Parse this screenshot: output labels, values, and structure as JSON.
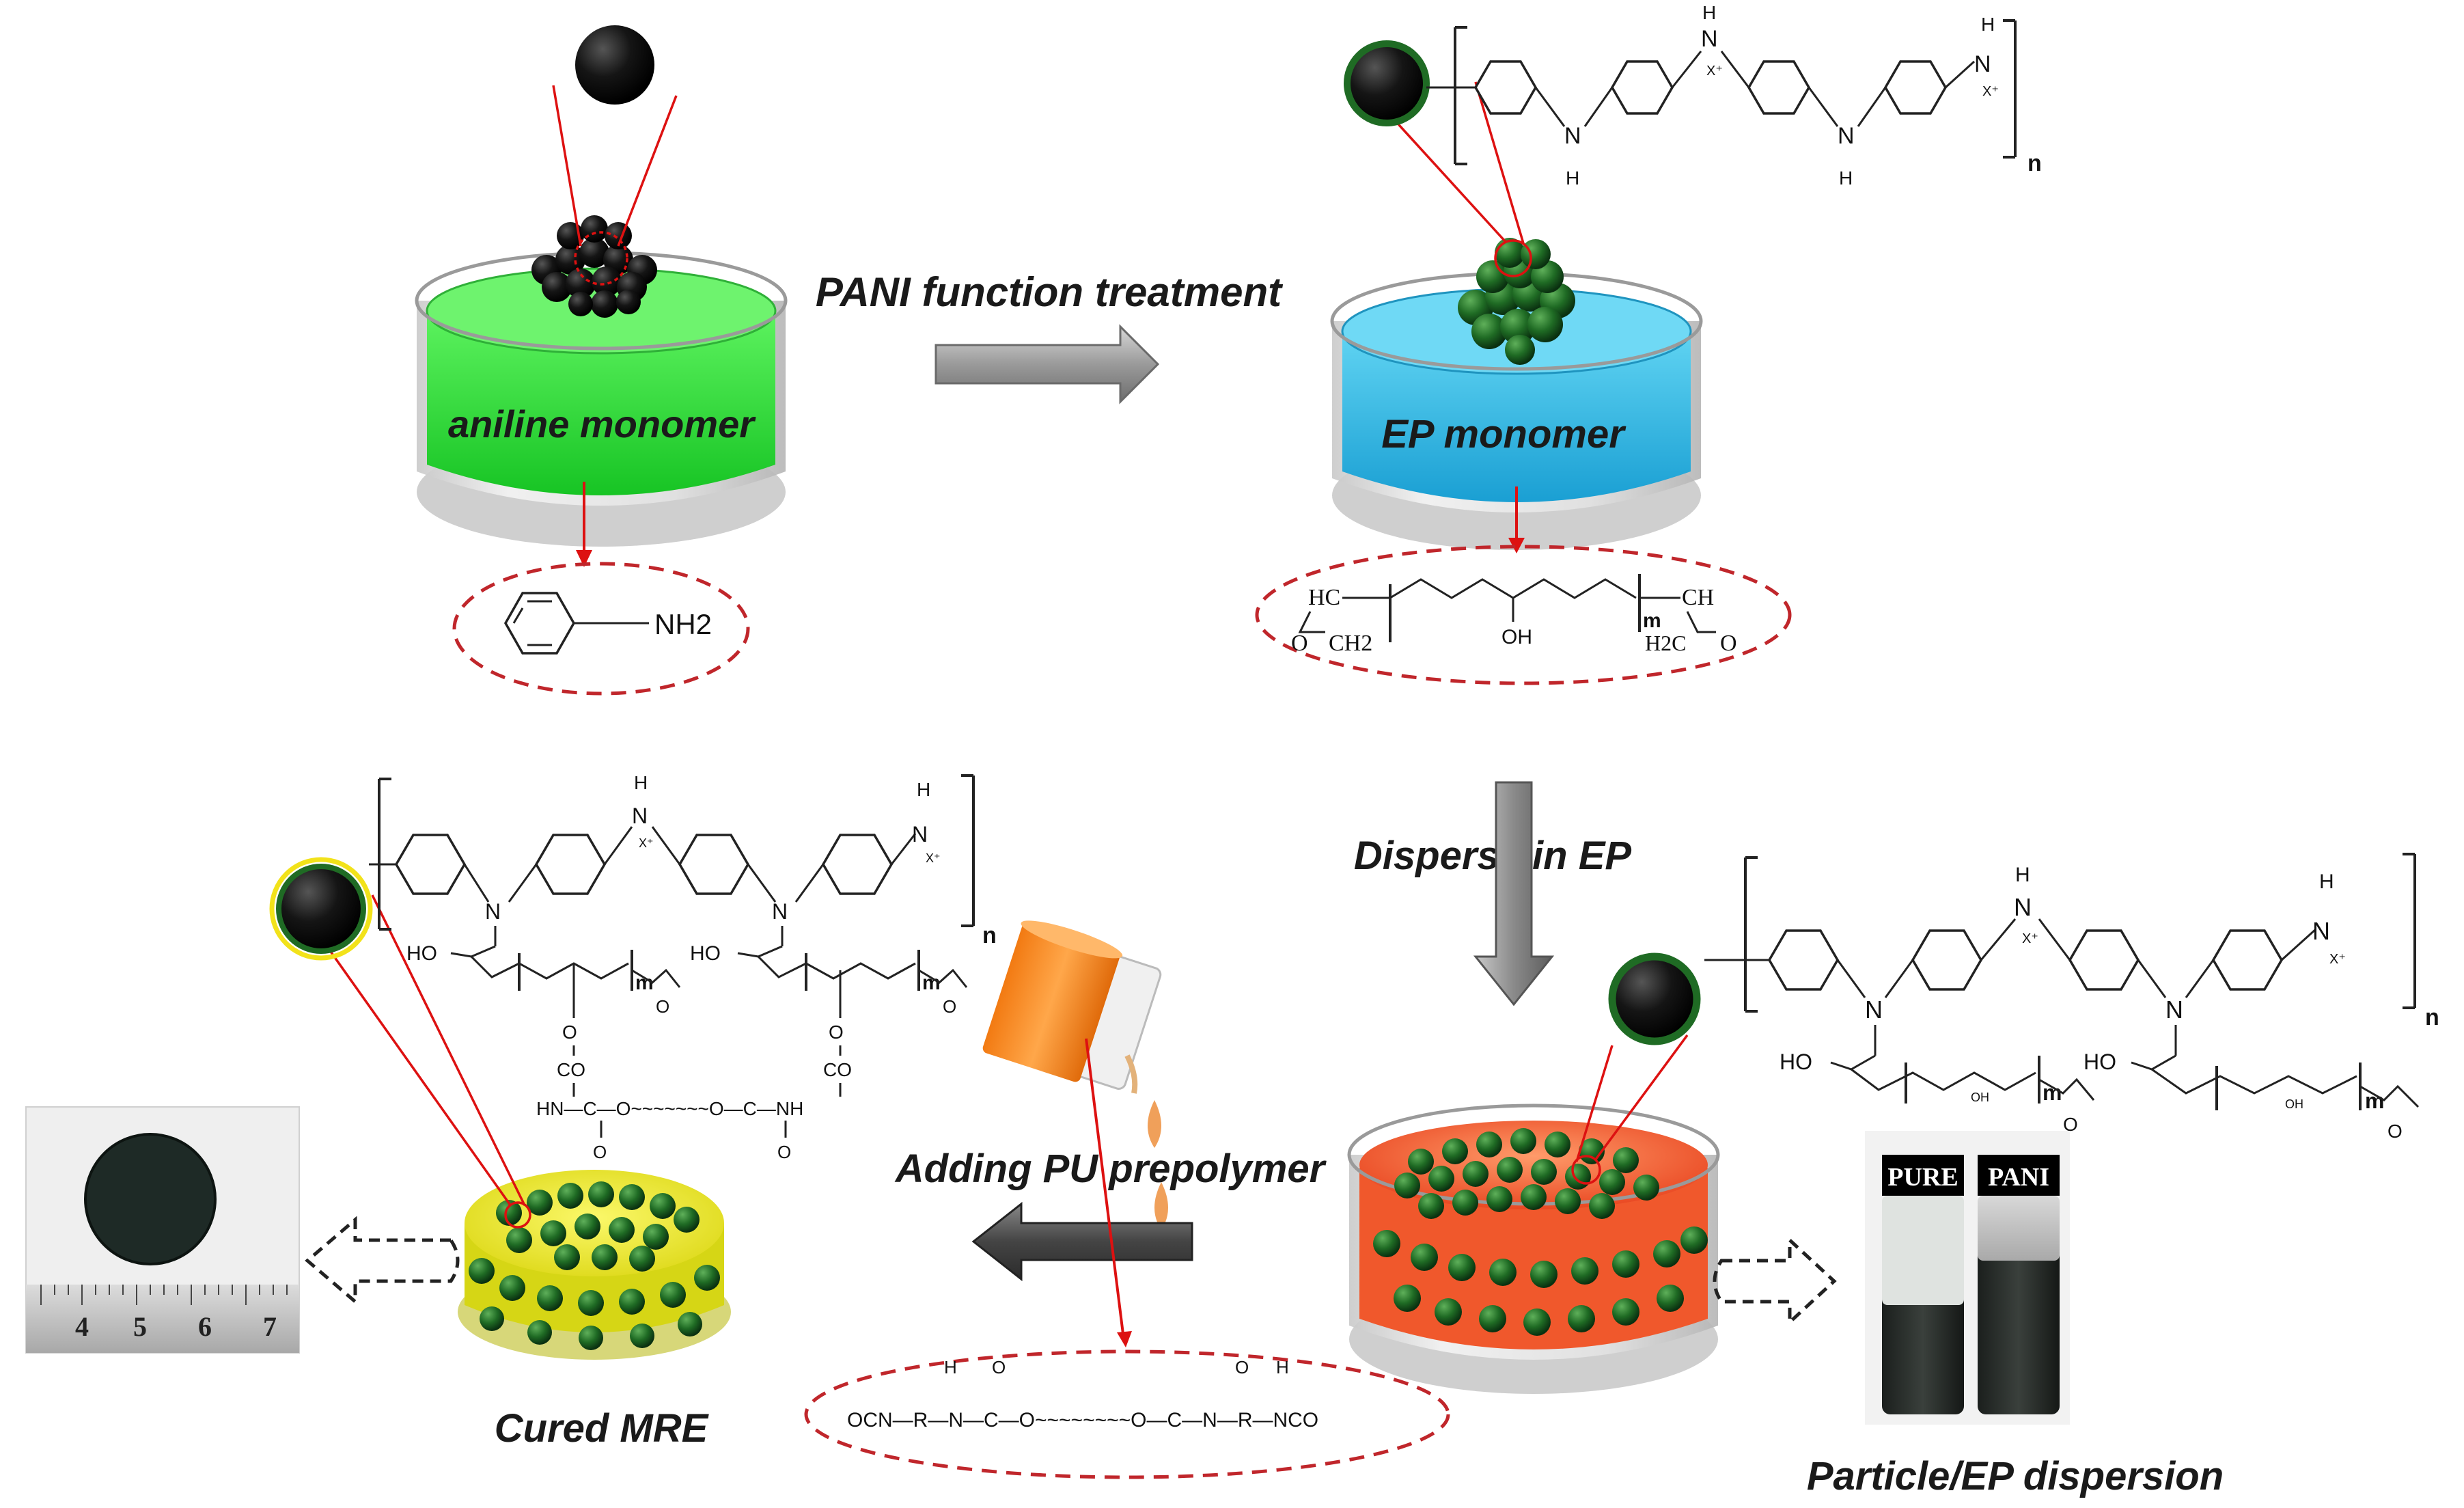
{
  "labels": {
    "step1_arrow": "PANI function treatment",
    "step2_arrow": "Disperse in EP",
    "step3_arrow": "Adding PU prepolymer",
    "dish1": "aniline monomer",
    "dish2": "EP monomer",
    "product_final": "Cured MRE",
    "product_dispersion": "Particle/EP dispersion"
  },
  "chemistry": {
    "aniline_group": "NH2",
    "epoxy_left_top": "HC",
    "epoxy_left_o": "O",
    "epoxy_left_ch2": "CH2",
    "epoxy_oh": "OH",
    "epoxy_m": "m",
    "epoxy_right_ch": "CH",
    "epoxy_right_h2c": "H2C",
    "epoxy_right_o": "O",
    "pani_h": "H",
    "pani_n": "N",
    "pani_x": "X⁺",
    "pani_n_sub": "n",
    "ho": "HO",
    "oh": "OH",
    "m": "m",
    "o": "O",
    "co": "CO",
    "urethane_link": "HN—C—O~~~~~~~O—C—NH",
    "o_top": "O",
    "pu_chain": "OCN—R—N—C—O~~~~~~~~O—C—N—R—NCO",
    "pu_h": "H"
  },
  "vials": {
    "left": "PURE",
    "right": "PANI"
  },
  "ruler": {
    "ticks": [
      "4",
      "5",
      "6",
      "7"
    ]
  },
  "colors": {
    "aniline_liquid": "#2fe03a",
    "ep_liquid": "#36b8e6",
    "dispersion_liquid": "#f0582c",
    "mre_body": "#e8e820",
    "particle_dark": "#111111",
    "particle_green": "#1f6b24",
    "callout_red": "#d11111",
    "dashed_red": "#c0262b",
    "arrow_gray": "#8a8a8a",
    "beaker_orange": "#f58a1f"
  }
}
